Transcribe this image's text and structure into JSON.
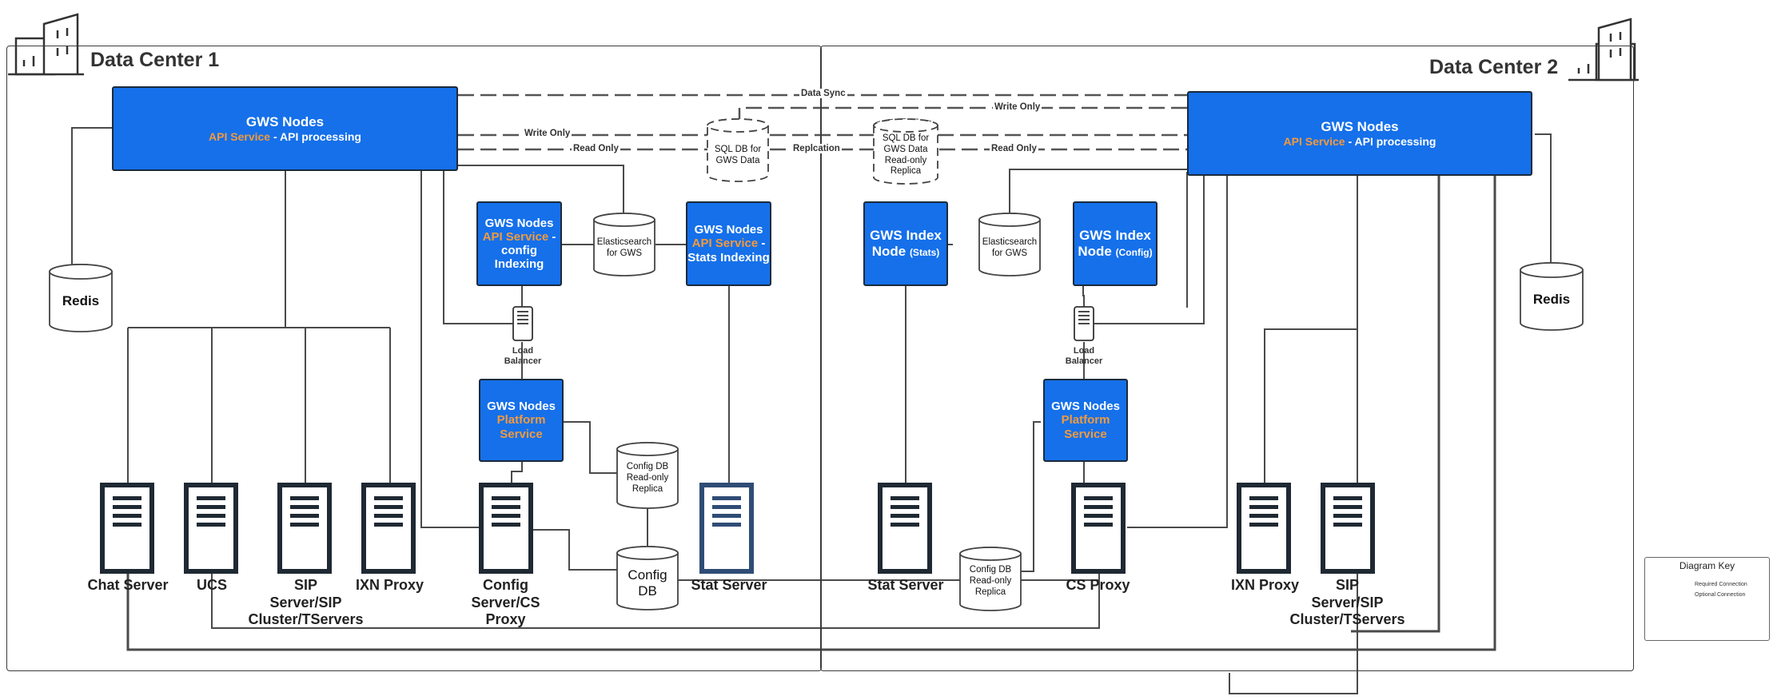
{
  "data_centers": [
    {
      "title": "Data Center 1"
    },
    {
      "title": "Data Center 2"
    }
  ],
  "connections": {
    "data_sync": "Data Sync",
    "write_only_1": "Write Only",
    "write_only_2": "Write Only",
    "read_only_1": "Read Only",
    "read_only_2": "Read Only",
    "replication": "Replcation"
  },
  "dc1": {
    "gws_api": {
      "title": "GWS Nodes",
      "service": "API Service",
      "desc": " - API processing"
    },
    "gws_config_index": {
      "title": "GWS Nodes",
      "service": "API Service",
      "desc": "-",
      "desc2": "config",
      "desc3": "Indexing"
    },
    "gws_stats_index": {
      "title": "GWS Nodes",
      "service": "API Service",
      "desc": " -",
      "desc2": "Stats Indexing"
    },
    "gws_platform": {
      "title": "GWS Nodes",
      "service": "Platform",
      "service2": "Service"
    },
    "redis": "Redis",
    "elasticsearch": {
      "line1": "Elasticsearch",
      "line2": "for GWS"
    },
    "sql_db": {
      "line1": "SQL DB for",
      "line2": "GWS Data"
    },
    "config_db_replica": {
      "line1": "Config DB",
      "line2": "Read-only",
      "line3": "Replica"
    },
    "config_db": {
      "line1": "Config",
      "line2": "DB"
    },
    "load_balancer": {
      "line1": "Load",
      "line2": "Balancer"
    },
    "servers": {
      "chat": "Chat Server",
      "ucs": "UCS",
      "sip": [
        "SIP",
        "Server/SIP",
        "Cluster/TServers"
      ],
      "ixn": "IXN Proxy",
      "config": [
        "Config",
        "Server/CS",
        "Proxy"
      ],
      "stat": "Stat Server"
    }
  },
  "dc2": {
    "gws_api": {
      "title": "GWS Nodes",
      "service": "API Service",
      "desc": " - API processing"
    },
    "gws_index_stats": {
      "title": "GWS Index",
      "title2": "Node",
      "small": "(Stats)"
    },
    "gws_index_config": {
      "title": "GWS Index",
      "title2": "Node",
      "small": "(Config)"
    },
    "gws_platform": {
      "title": "GWS Nodes",
      "service": "Platform",
      "service2": "Service"
    },
    "redis": "Redis",
    "elasticsearch": {
      "line1": "Elasticsearch",
      "line2": "for GWS"
    },
    "sql_db": {
      "line1": "SQL DB for",
      "line2": "GWS Data",
      "line3": "Read-only",
      "line4": "Replica"
    },
    "config_db_replica": {
      "line1": "Config DB",
      "line2": "Read-only",
      "line3": "Replica"
    },
    "load_balancer": {
      "line1": "Load",
      "line2": "Balancer"
    },
    "servers": {
      "stat": "Stat Server",
      "cs_proxy": "CS Proxy",
      "ixn": "IXN  Proxy",
      "sip": [
        "SIP",
        "Server/SIP",
        "Cluster/TServers"
      ]
    }
  },
  "diagram_key": {
    "title": "Diagram Key",
    "required": "Required Connection",
    "optional": "Optional Connection"
  }
}
